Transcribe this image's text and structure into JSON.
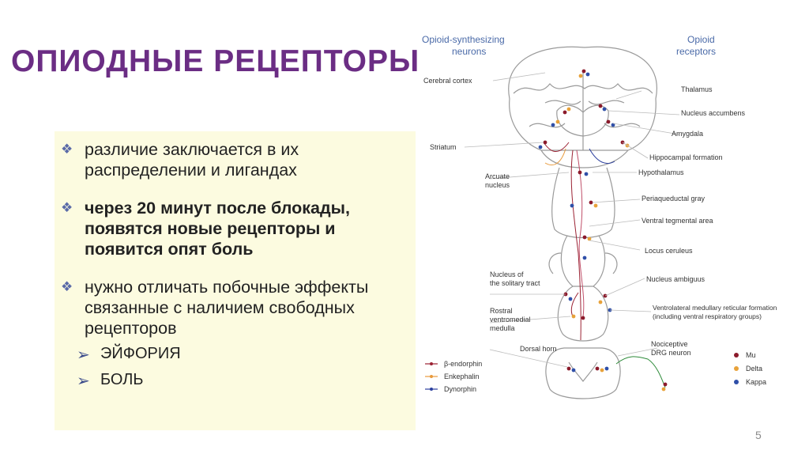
{
  "slide": {
    "title": "ОПИОДНЫЕ РЕЦЕПТОРЫ",
    "page_number": "5"
  },
  "bullets": [
    {
      "text": "различие заключается в их распределении и лигандах",
      "bold": false
    },
    {
      "text": "через 20 минут после блокады, появятся новые рецепторы и появится опят боль",
      "bold": true
    },
    {
      "text": "нужно отличать побочные эффекты связанные с наличием свободных рецепторов",
      "bold": false
    }
  ],
  "sub_bullets": [
    "ЭЙФОРИЯ",
    "БОЛЬ"
  ],
  "diagram": {
    "left_heading": [
      "Opioid-synthesizing",
      "neurons"
    ],
    "right_heading": [
      "Opioid",
      "receptors"
    ],
    "left_labels": {
      "cerebral_cortex": "Cerebral cortex",
      "striatum": "Striatum",
      "arcuate": [
        "Arcuate",
        "nucleus"
      ],
      "solitary": [
        "Nucleus of",
        "the solitary tract"
      ],
      "rostral": [
        "Rostral",
        "ventromedial",
        "medulla"
      ],
      "dorsal_horn": "Dorsal horn"
    },
    "right_labels": {
      "thalamus": "Thalamus",
      "nucleus_accumbens": "Nucleus accumbens",
      "amygdala": "Amygdala",
      "hippocampal": "Hippocampal formation",
      "hypothalamus": "Hypothalamus",
      "periaqueductal": "Periaqueductal gray",
      "vta": "Ventral tegmental area",
      "locus": "Locus ceruleus",
      "ambiguus": "Nucleus ambiguus",
      "ventrolateral": [
        "Ventrolateral medullary reticular formation",
        "(including ventral respiratory groups)"
      ],
      "drg": [
        "Nociceptive",
        "DRG neuron"
      ]
    },
    "ligand_legend": [
      "β-endorphin",
      "Enkephalin",
      "Dynorphin"
    ],
    "receptor_legend": [
      "Mu",
      "Delta",
      "Kappa"
    ],
    "colors": {
      "title": "#6b2d84",
      "box": "#fcfbe0",
      "mu": "#8b1a2b",
      "delta": "#e8a23a",
      "kappa": "#2f4fa8",
      "beta_endorphin": "#9b2233",
      "enkephalin": "#e89a3c",
      "dynorphin": "#2b3f9e",
      "drg_fiber": "#2e8b3a",
      "outline": "#9a9a9a"
    }
  }
}
